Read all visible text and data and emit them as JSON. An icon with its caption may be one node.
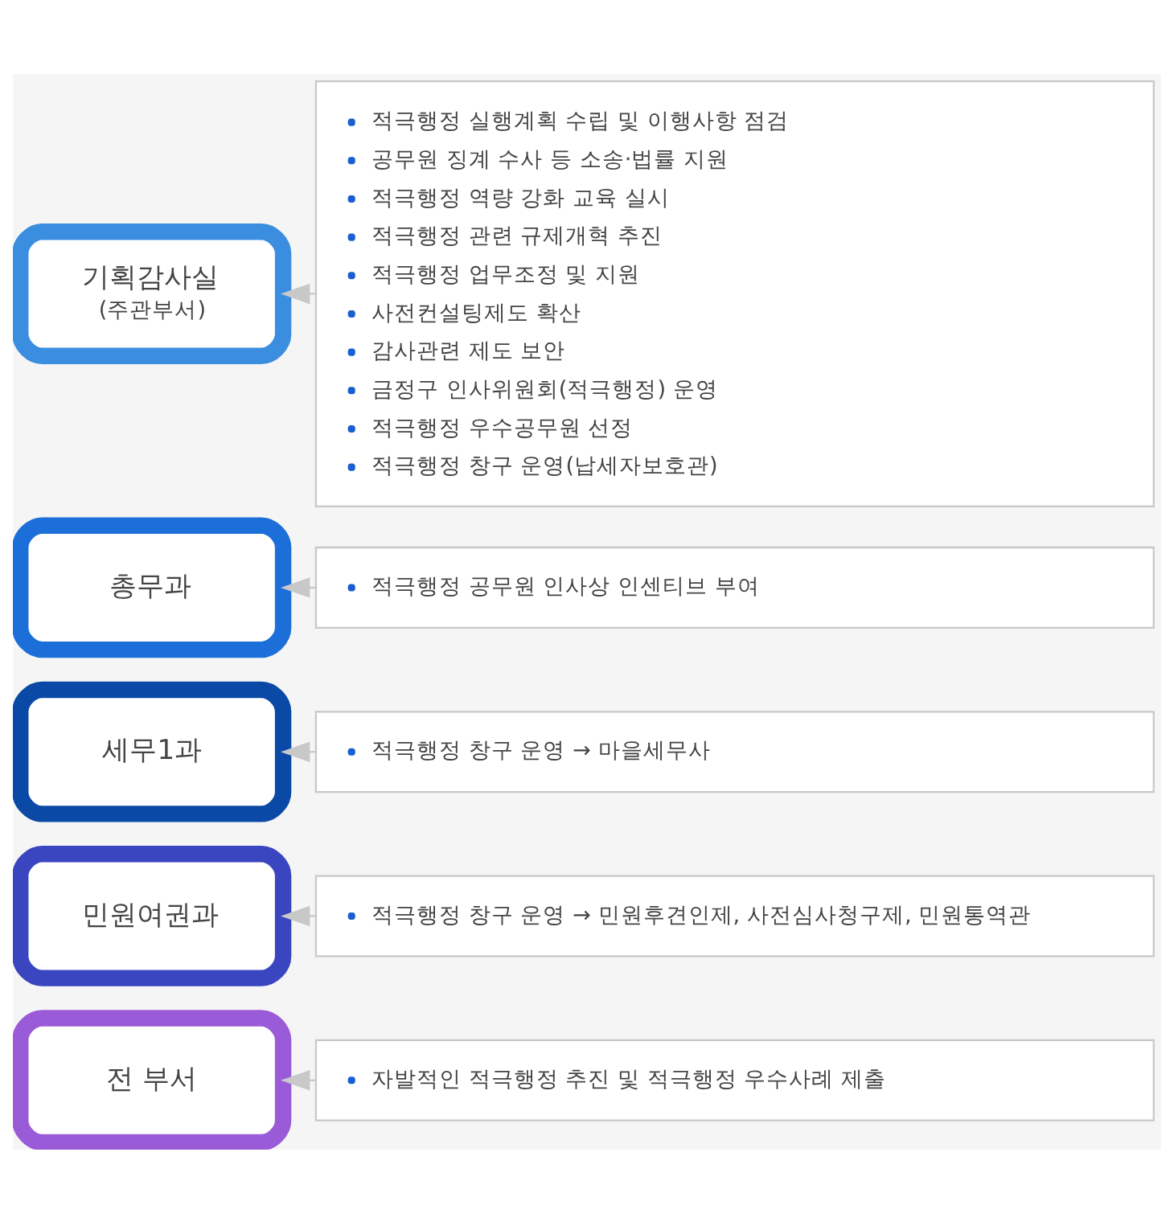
{
  "diagram": {
    "nodes": [
      {
        "text": [
          "기획감사실",
          "(주관부서)"
        ]
      },
      {
        "text": [
          "적극행정 실행계획 수립 및 이행사항 점검",
          "공무원 징계 수사 등 소송·법률 지원",
          "적극행정 역량 강화 교육 실시",
          "적극행정 관련 규제개혁 추진",
          "적극행정 업무조정 및 지원",
          "사전컨설팅제도 확산",
          "감사관련 제도 보안",
          "금정구 인사위원회(적극행정) 운영",
          "적극행정 우수공무원 선정",
          "적극행정 창구 운영(납세자보호관)"
        ]
      },
      {
        "text": [
          "총무과"
        ]
      },
      {
        "text": [
          "적극행정 공무원 인사상 인센티브 부여"
        ]
      },
      {
        "text": [
          "세무1과"
        ]
      },
      {
        "text": [
          "적극행정 창구 운영 → 마을세무사"
        ]
      },
      {
        "text": [
          "민원여권과"
        ]
      },
      {
        "text": [
          "적극행정 창구 운영 → 민원후견인제, 사전심사청구제, 민원통역관"
        ]
      },
      {
        "text": [
          "전 부서"
        ]
      },
      {
        "text": [
          "자발적인 적극행정 추진 및 적극행정 우수사례 제출"
        ]
      }
    ],
    "edges": [
      {
        "from": 1,
        "to": 0,
        "arrow": "to"
      },
      {
        "from": 3,
        "to": 2,
        "arrow": "to"
      },
      {
        "from": 5,
        "to": 4,
        "arrow": "to"
      },
      {
        "from": 7,
        "to": 6,
        "arrow": "to"
      },
      {
        "from": 9,
        "to": 8,
        "arrow": "to"
      }
    ]
  }
}
